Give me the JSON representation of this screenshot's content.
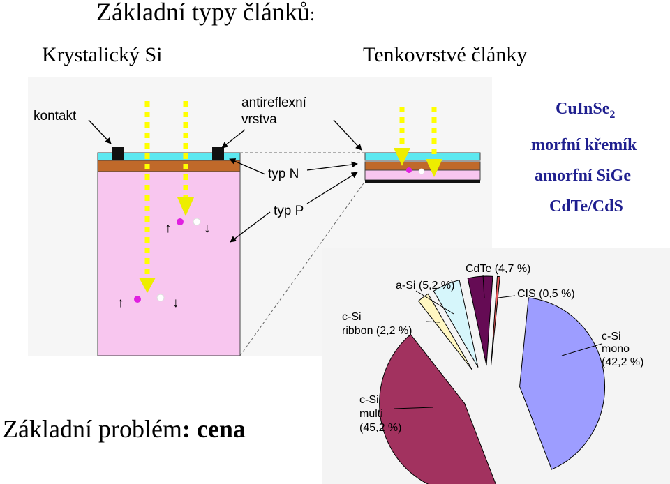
{
  "title": {
    "main": "Základní typy článků",
    "colon": ":"
  },
  "columns": {
    "left": "Krystalický Si",
    "right": "Tenkovrstvé články"
  },
  "diagram_labels": {
    "kontakt": "kontakt",
    "antireflex_line1": "antireflexní",
    "antireflex_line2": "vrstva",
    "typ_n": "typ N",
    "typ_p": "typ P",
    "arrow_up": "↑",
    "arrow_down": "↓"
  },
  "materials": [
    {
      "base": "CuInSe",
      "sub": "2"
    },
    {
      "base": "amorfní křemík",
      "sub": ""
    },
    {
      "base": "amorfní SiGe",
      "sub": ""
    },
    {
      "base": "CdTe/CdS",
      "sub": ""
    }
  ],
  "bottom": {
    "prefix": "Základní problém",
    "suffix": ": cena"
  },
  "chart_data": {
    "type": "pie",
    "title": "",
    "slices": [
      {
        "label_lines": [
          "c-Si",
          "mono",
          "(42,2 %)"
        ],
        "value": 42.2,
        "color": "#9d9dff"
      },
      {
        "label_lines": [
          "c-Si",
          "multi",
          "(45,2 %)"
        ],
        "value": 45.2,
        "color": "#a2325f"
      },
      {
        "label_lines": [
          "c-Si",
          "ribbon (2,2 %)"
        ],
        "value": 2.2,
        "color": "#fff7c2"
      },
      {
        "label_lines": [
          "a-Si (5,2 %)"
        ],
        "value": 5.2,
        "color": "#d6f6fb"
      },
      {
        "label_lines": [
          "CdTe (4,7 %)"
        ],
        "value": 4.7,
        "color": "#650b54"
      },
      {
        "label_lines": [
          "CIS (0,5 %)"
        ],
        "value": 0.5,
        "color": "#f05a5a"
      }
    ]
  }
}
